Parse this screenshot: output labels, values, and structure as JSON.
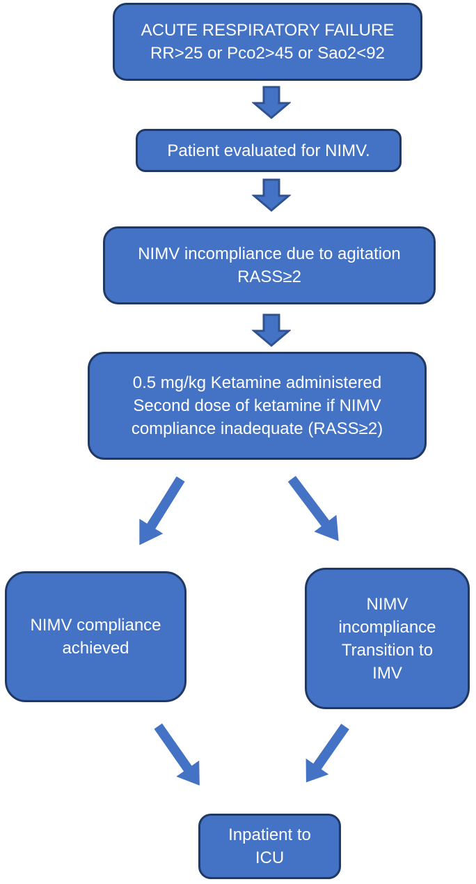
{
  "colors": {
    "background": "#ffffff",
    "node_fill": "#4472c4",
    "node_border": "#1f3864",
    "arrow_fill": "#4472c4",
    "arrow_border": "#2f528f",
    "text_color": "#ffffff"
  },
  "flowchart": {
    "nodes": [
      {
        "id": "acute-respiratory-failure",
        "lines": [
          "ACUTE RESPIRATORY FAILURE",
          "RR>25 or Pco2>45 or Sao2<92"
        ]
      },
      {
        "id": "patient-evaluated",
        "lines": [
          "Patient evaluated for NIMV."
        ]
      },
      {
        "id": "nimv-incompliance-agitation",
        "lines": [
          "NIMV incompliance due to agitation",
          "RASS≥2"
        ]
      },
      {
        "id": "ketamine-administered",
        "lines": [
          "0.5 mg/kg Ketamine administered",
          "Second dose of ketamine if NIMV",
          "compliance inadequate (RASS≥2)"
        ]
      },
      {
        "id": "nimv-compliance-achieved",
        "lines": [
          "NIMV compliance",
          "achieved"
        ]
      },
      {
        "id": "nimv-incompliance-transition-imv",
        "lines": [
          "NIMV",
          "incompliance",
          "Transition to",
          "IMV"
        ]
      },
      {
        "id": "inpatient-icu",
        "lines": [
          "Inpatient to",
          "ICU"
        ]
      }
    ],
    "edges": [
      {
        "from": "acute-respiratory-failure",
        "to": "patient-evaluated",
        "style": "block-down-arrow"
      },
      {
        "from": "patient-evaluated",
        "to": "nimv-incompliance-agitation",
        "style": "block-down-arrow"
      },
      {
        "from": "nimv-incompliance-agitation",
        "to": "ketamine-administered",
        "style": "block-down-arrow"
      },
      {
        "from": "ketamine-administered",
        "to": "nimv-compliance-achieved",
        "style": "diagonal-arrow"
      },
      {
        "from": "ketamine-administered",
        "to": "nimv-incompliance-transition-imv",
        "style": "diagonal-arrow"
      },
      {
        "from": "nimv-compliance-achieved",
        "to": "inpatient-icu",
        "style": "diagonal-arrow"
      },
      {
        "from": "nimv-incompliance-transition-imv",
        "to": "inpatient-icu",
        "style": "diagonal-arrow"
      }
    ]
  }
}
